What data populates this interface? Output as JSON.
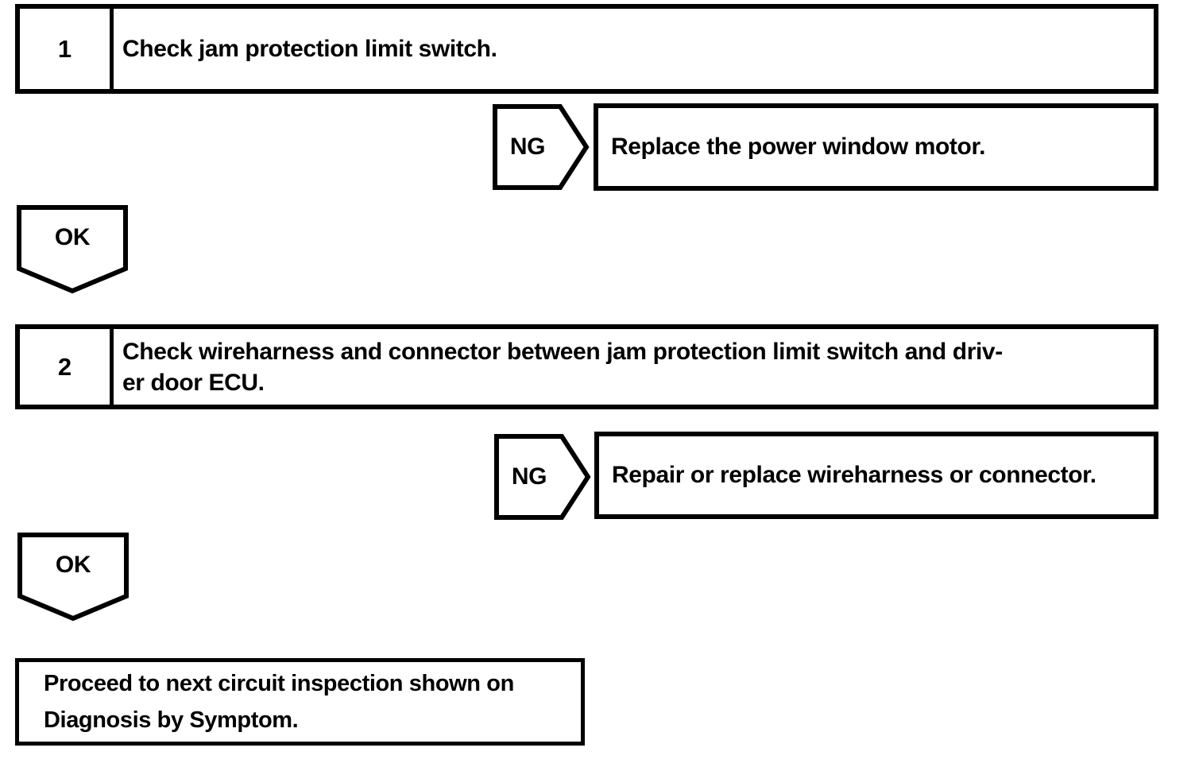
{
  "colors": {
    "ink": "#000000",
    "paper": "#ffffff"
  },
  "flowchart": {
    "steps": [
      {
        "number": "1",
        "instruction_lines": [
          "Check jam protection limit switch."
        ],
        "ng": {
          "label": "NG",
          "result_lines": [
            "Replace the power window motor."
          ]
        },
        "ok": {
          "label": "OK"
        }
      },
      {
        "number": "2",
        "instruction_lines": [
          "Check wireharness and connector between jam protection limit switch and driv-",
          "er door ECU."
        ],
        "ng": {
          "label": "NG",
          "result_lines": [
            "Repair or replace wireharness or connector."
          ]
        },
        "ok": {
          "label": "OK"
        }
      }
    ],
    "final": {
      "lines": [
        "Proceed to next circuit inspection shown on",
        "Diagnosis by Symptom."
      ]
    }
  }
}
